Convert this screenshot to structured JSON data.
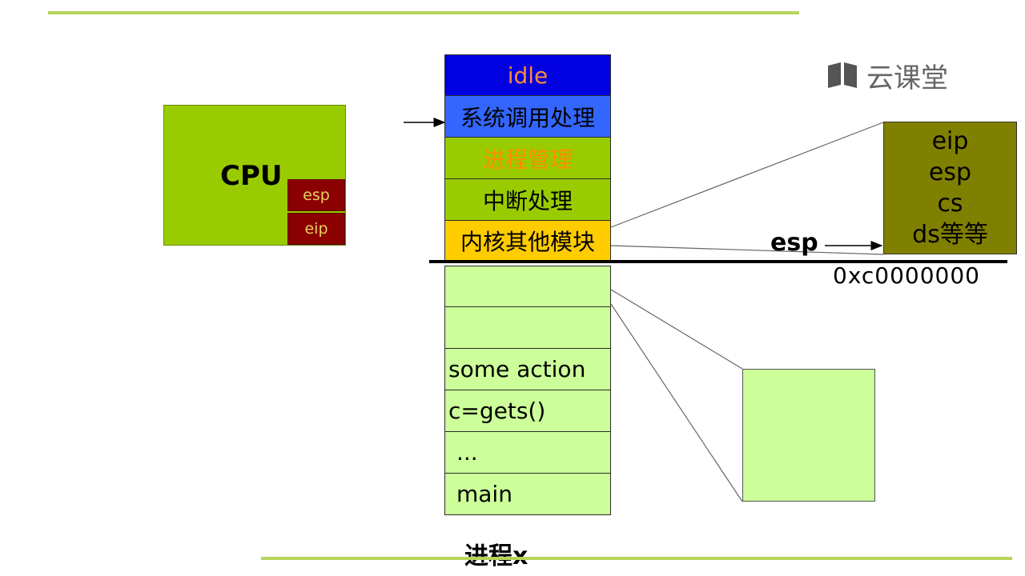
{
  "logo": {
    "text": "云课堂",
    "icon": "book-icon"
  },
  "cpu": {
    "label": "CPU",
    "registers": [
      "esp",
      "eip"
    ]
  },
  "stack": {
    "kernel_segments": [
      {
        "label": "idle"
      },
      {
        "label": "系统调用处理"
      },
      {
        "label": "进程管理"
      },
      {
        "label": "中断处理"
      },
      {
        "label": "内核其他模块"
      }
    ],
    "user_segments": [
      "",
      "",
      "some action",
      "c=gets()",
      "...",
      "main"
    ]
  },
  "esp_label": "esp",
  "boundary_address": "0xc0000000",
  "context_box": [
    "eip",
    "esp",
    "cs",
    "ds等等"
  ],
  "process_label": "进程x",
  "colors": {
    "rule": "#b5d55a",
    "cpu": "#99cc00",
    "register": "#8b0000",
    "idle": "#0000e0",
    "syscall": "#3366ff",
    "kernel_green": "#99cc00",
    "kernel_other": "#ffcc00",
    "user": "#ccff99",
    "context_box": "#808000"
  }
}
